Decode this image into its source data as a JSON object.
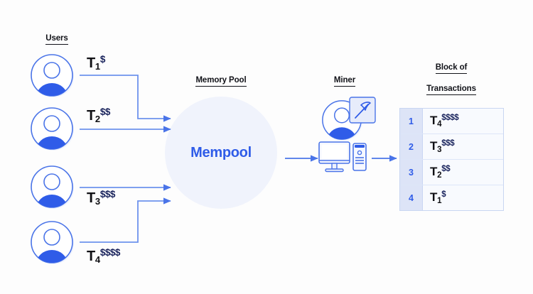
{
  "diagram": {
    "title_users": "Users",
    "title_memory_pool": "Memory Pool",
    "title_miner": "Miner",
    "title_block_line1": "Block of",
    "title_block_line2": "Transactions",
    "mempool_label": "Mempool"
  },
  "colors": {
    "accent_blue": "#2f5ce8",
    "arrow_blue": "#4a74e8",
    "avatar_fill": "#2f5ce8",
    "avatar_stroke": "#4a74e8",
    "mempool_fill": "#f0f3fc",
    "table_index_bg": "#dde4f7",
    "table_cell_bg": "#f8fafe",
    "table_border": "#c9d6f2",
    "dollar_navy": "#19235c",
    "text_black": "#101014",
    "background": "#fdfdfd"
  },
  "users": [
    {
      "id": "user-1",
      "tx_base": "T",
      "tx_sub": "1",
      "tx_sup": "$"
    },
    {
      "id": "user-2",
      "tx_base": "T",
      "tx_sub": "2",
      "tx_sup": "$$"
    },
    {
      "id": "user-3",
      "tx_base": "T",
      "tx_sub": "3",
      "tx_sup": "$$$"
    },
    {
      "id": "user-4",
      "tx_base": "T",
      "tx_sub": "4",
      "tx_sup": "$$$$"
    }
  ],
  "block_rows": [
    {
      "index": "1",
      "tx_base": "T",
      "tx_sub": "4",
      "tx_sup": "$$$$"
    },
    {
      "index": "2",
      "tx_base": "T",
      "tx_sub": "3",
      "tx_sup": "$$$"
    },
    {
      "index": "3",
      "tx_base": "T",
      "tx_sub": "2",
      "tx_sup": "$$"
    },
    {
      "index": "4",
      "tx_base": "T",
      "tx_sub": "1",
      "tx_sup": "$"
    }
  ],
  "icons": {
    "avatar": "user-avatar-icon",
    "pickaxe": "pickaxe-icon",
    "monitor": "monitor-icon",
    "tower": "computer-tower-icon"
  }
}
